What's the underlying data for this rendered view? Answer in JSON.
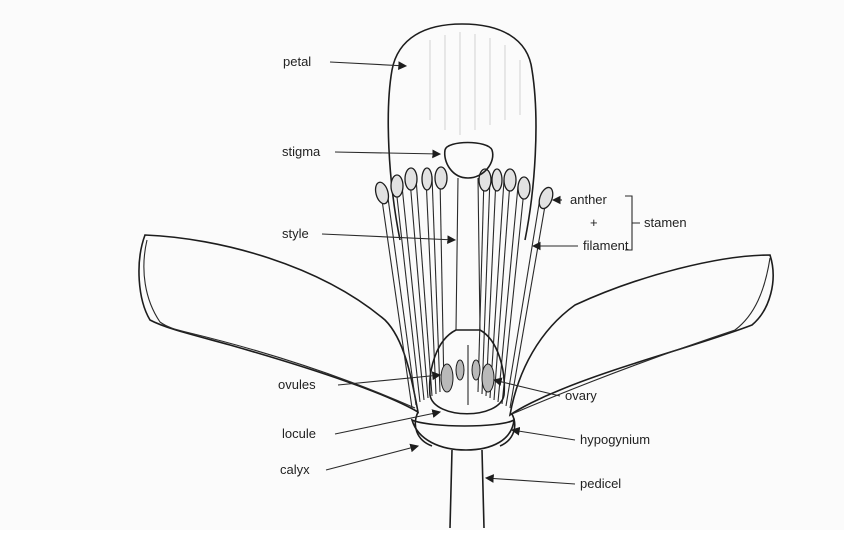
{
  "labels": {
    "petal": "petal",
    "stigma": "stigma",
    "style": "style",
    "anther": "anther",
    "plus": "+",
    "stamen": "stamen",
    "filament": "filament",
    "ovules": "ovules",
    "ovary": "ovary",
    "locule": "locule",
    "hypogynium": "hypogynium",
    "calyx": "calyx",
    "pedicel": "pedicel"
  }
}
